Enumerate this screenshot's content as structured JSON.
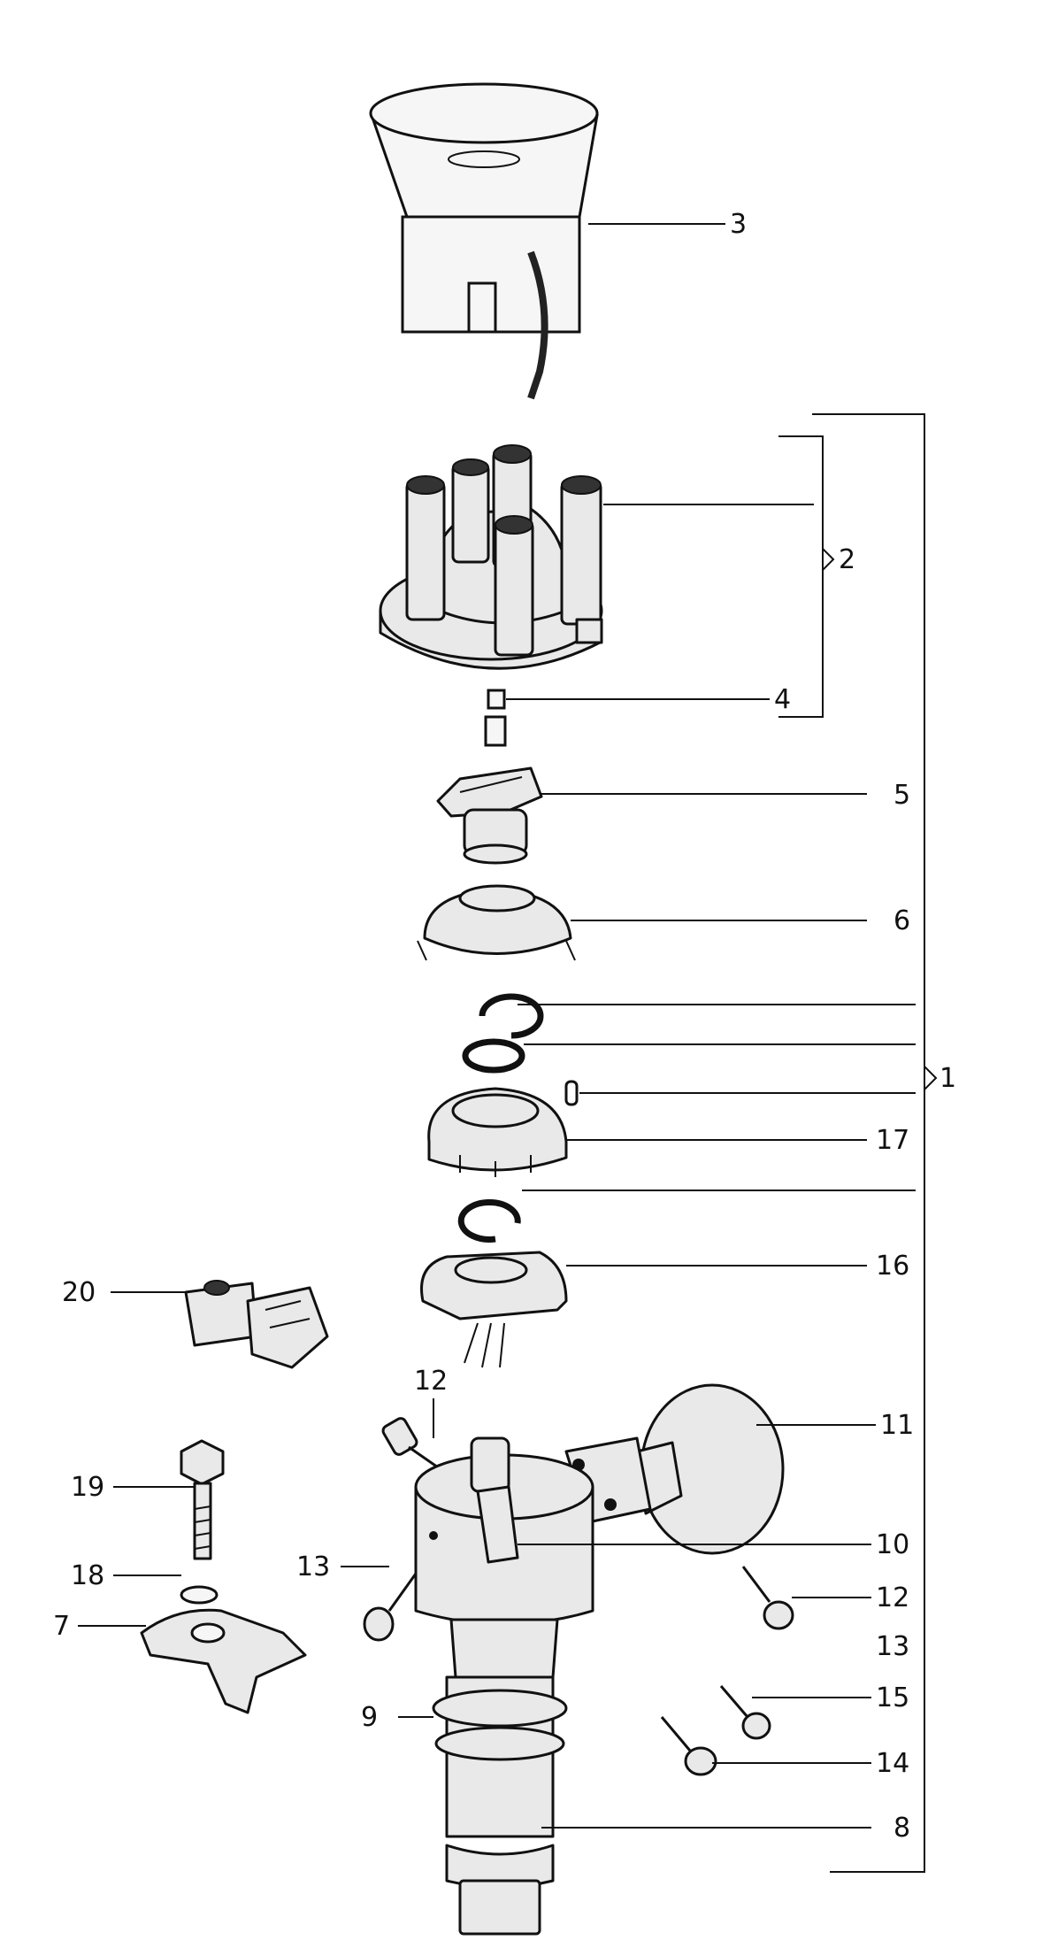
{
  "callouts": [
    {
      "id": "c3",
      "text": "3"
    },
    {
      "id": "c2",
      "text": "2"
    },
    {
      "id": "c4",
      "text": "4"
    },
    {
      "id": "c5",
      "text": "5"
    },
    {
      "id": "c6",
      "text": "6"
    },
    {
      "id": "c1",
      "text": "1"
    },
    {
      "id": "c17",
      "text": "17"
    },
    {
      "id": "c16",
      "text": "16"
    },
    {
      "id": "c20",
      "text": "20"
    },
    {
      "id": "c12a",
      "text": "12"
    },
    {
      "id": "c11",
      "text": "11"
    },
    {
      "id": "c19",
      "text": "19"
    },
    {
      "id": "c10",
      "text": "10"
    },
    {
      "id": "c18",
      "text": "18"
    },
    {
      "id": "c13a",
      "text": "13"
    },
    {
      "id": "c12b",
      "text": "12"
    },
    {
      "id": "c7",
      "text": "7"
    },
    {
      "id": "c13b",
      "text": "13"
    },
    {
      "id": "c9",
      "text": "9"
    },
    {
      "id": "c15",
      "text": "15"
    },
    {
      "id": "c14",
      "text": "14"
    },
    {
      "id": "c8",
      "text": "8"
    }
  ]
}
